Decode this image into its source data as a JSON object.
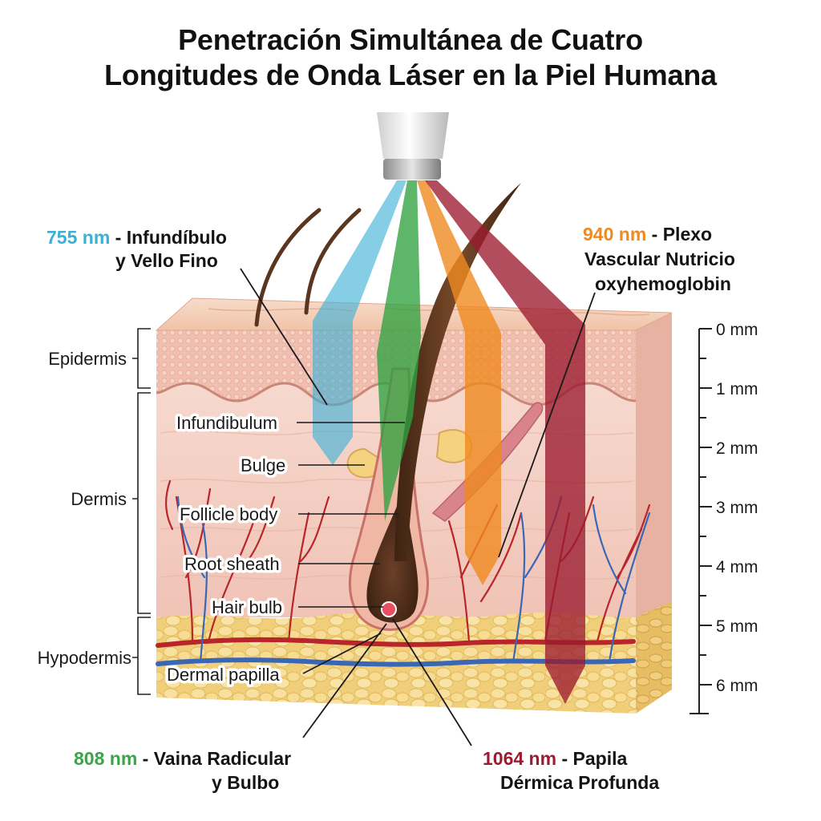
{
  "title": {
    "line1": "Penetración Simultánea de Cuatro",
    "line2": "Longitudes de Onda Láser en la Piel Humana"
  },
  "wavelengths": [
    {
      "nm": "755 nm",
      "sep": " - ",
      "line1": "Infundíbulo",
      "line2": "y Vello Fino",
      "color": "#3bb0d6"
    },
    {
      "nm": "808 nm",
      "sep": " - ",
      "line1": "Vaina Radicular",
      "line2": "y Bulbo",
      "color": "#3aa44a"
    },
    {
      "nm": "940 nm",
      "sep": " - ",
      "line1": "Plexo",
      "line2": "Vascular Nutricio",
      "line3": "oxyhemoglobin",
      "color": "#ee8a20"
    },
    {
      "nm": "1064 nm",
      "sep": " - ",
      "line1": "Papila",
      "line2": "Dérmica Profunda",
      "color": "#9b1b30"
    }
  ],
  "layers": {
    "epidermis": "Epidermis",
    "dermis": "Dermis",
    "hypodermis": "Hypodermis"
  },
  "structures": {
    "infundibulum": "Infundibulum",
    "bulge": "Bulge",
    "follicle_body": "Follicle body",
    "root_sheath": "Root sheath",
    "hair_bulb": "Hair bulb",
    "dermal_papilla": "Dermal papilla"
  },
  "depth_scale": [
    "0 mm",
    "1 mm",
    "2 mm",
    "3 mm",
    "4 mm",
    "5 mm",
    "6 mm"
  ],
  "colors": {
    "epidermis": "#f3c7b6",
    "dermis": "#f6d6cb",
    "fat": "#f2d27a",
    "artery": "#c0282c",
    "vein": "#3a67b5"
  }
}
